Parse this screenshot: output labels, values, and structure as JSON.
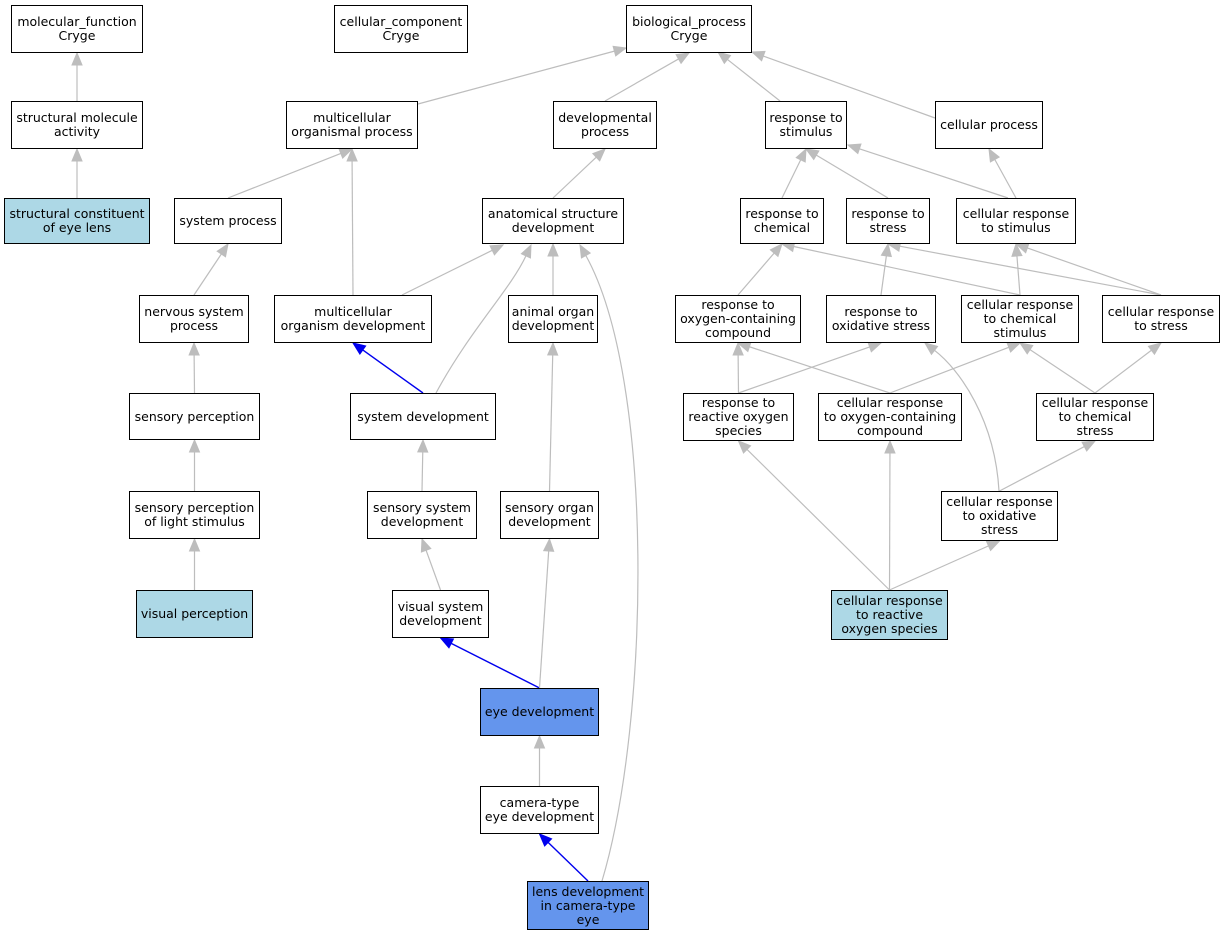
{
  "colors": {
    "edge_default": "#bdbdbd",
    "edge_highlight": "#0000ee",
    "node_default": "#ffffff",
    "node_light": "#add8e6",
    "node_highlight": "#6495ed",
    "border": "#000000"
  },
  "nodes": [
    {
      "id": "mf",
      "label": "molecular_function\nCryge",
      "style": "default"
    },
    {
      "id": "cc",
      "label": "cellular_component\nCryge",
      "style": "default"
    },
    {
      "id": "bp",
      "label": "biological_process\nCryge",
      "style": "default"
    },
    {
      "id": "sma",
      "label": "structural molecule\nactivity",
      "style": "default"
    },
    {
      "id": "mop",
      "label": "multicellular\norganismal process",
      "style": "default"
    },
    {
      "id": "devp",
      "label": "developmental\nprocess",
      "style": "default"
    },
    {
      "id": "rts",
      "label": "response to\nstimulus",
      "style": "default"
    },
    {
      "id": "cp",
      "label": "cellular process",
      "style": "default"
    },
    {
      "id": "scel",
      "label": "structural constituent\nof eye lens",
      "style": "light"
    },
    {
      "id": "sp",
      "label": "system process",
      "style": "default"
    },
    {
      "id": "asd",
      "label": "anatomical structure\ndevelopment",
      "style": "default"
    },
    {
      "id": "rtc",
      "label": "response to\nchemical",
      "style": "default"
    },
    {
      "id": "rtstress",
      "label": "response to\nstress",
      "style": "default"
    },
    {
      "id": "crstim",
      "label": "cellular response\nto stimulus",
      "style": "default"
    },
    {
      "id": "nsp",
      "label": "nervous system\nprocess",
      "style": "default"
    },
    {
      "id": "mod",
      "label": "multicellular\norganism development",
      "style": "default"
    },
    {
      "id": "aod",
      "label": "animal organ\ndevelopment",
      "style": "default"
    },
    {
      "id": "rtocc",
      "label": "response to\noxygen-containing\ncompound",
      "style": "default"
    },
    {
      "id": "rtos",
      "label": "response to\noxidative stress",
      "style": "default"
    },
    {
      "id": "crcs",
      "label": "cellular response\nto chemical\nstimulus",
      "style": "default"
    },
    {
      "id": "crstress",
      "label": "cellular response\nto stress",
      "style": "default"
    },
    {
      "id": "senp",
      "label": "sensory perception",
      "style": "default"
    },
    {
      "id": "sysd",
      "label": "system development",
      "style": "default"
    },
    {
      "id": "rtros",
      "label": "response to\nreactive oxygen\nspecies",
      "style": "default"
    },
    {
      "id": "crocc",
      "label": "cellular response\nto oxygen-containing\ncompound",
      "style": "default"
    },
    {
      "id": "crchemstress",
      "label": "cellular response\nto chemical\nstress",
      "style": "default"
    },
    {
      "id": "spls",
      "label": "sensory perception\nof light stimulus",
      "style": "default"
    },
    {
      "id": "ssd",
      "label": "sensory system\ndevelopment",
      "style": "default"
    },
    {
      "id": "sod",
      "label": "sensory organ\ndevelopment",
      "style": "default"
    },
    {
      "id": "cros",
      "label": "cellular response\nto oxidative\nstress",
      "style": "default"
    },
    {
      "id": "vp",
      "label": "visual perception",
      "style": "light"
    },
    {
      "id": "vsd",
      "label": "visual system\ndevelopment",
      "style": "default"
    },
    {
      "id": "crros",
      "label": "cellular response\nto reactive\noxygen species",
      "style": "light"
    },
    {
      "id": "ed",
      "label": "eye development",
      "style": "highlight"
    },
    {
      "id": "cted",
      "label": "camera-type\neye development",
      "style": "default"
    },
    {
      "id": "ldcte",
      "label": "lens development\nin camera-type\neye",
      "style": "highlight"
    }
  ],
  "edges": [
    {
      "from": "sma",
      "to": "mf",
      "highlight": false
    },
    {
      "from": "scel",
      "to": "sma",
      "highlight": false
    },
    {
      "from": "mop",
      "to": "bp",
      "highlight": false
    },
    {
      "from": "devp",
      "to": "bp",
      "highlight": false
    },
    {
      "from": "rts",
      "to": "bp",
      "highlight": false
    },
    {
      "from": "cp",
      "to": "bp",
      "highlight": false
    },
    {
      "from": "sp",
      "to": "mop",
      "highlight": false
    },
    {
      "from": "mod",
      "to": "mop",
      "highlight": false
    },
    {
      "from": "asd",
      "to": "devp",
      "highlight": false
    },
    {
      "from": "nsp",
      "to": "sp",
      "highlight": false
    },
    {
      "from": "senp",
      "to": "nsp",
      "highlight": false
    },
    {
      "from": "spls",
      "to": "senp",
      "highlight": false
    },
    {
      "from": "vp",
      "to": "spls",
      "highlight": false
    },
    {
      "from": "mod",
      "to": "asd",
      "highlight": false
    },
    {
      "from": "sysd",
      "to": "asd",
      "highlight": false
    },
    {
      "from": "aod",
      "to": "asd",
      "highlight": false
    },
    {
      "from": "ldcte",
      "to": "asd",
      "highlight": false
    },
    {
      "from": "sysd",
      "to": "mod",
      "highlight": true
    },
    {
      "from": "ssd",
      "to": "sysd",
      "highlight": false
    },
    {
      "from": "vsd",
      "to": "ssd",
      "highlight": false
    },
    {
      "from": "ed",
      "to": "vsd",
      "highlight": true
    },
    {
      "from": "sod",
      "to": "aod",
      "highlight": false
    },
    {
      "from": "ed",
      "to": "sod",
      "highlight": false
    },
    {
      "from": "cted",
      "to": "ed",
      "highlight": false
    },
    {
      "from": "ldcte",
      "to": "cted",
      "highlight": true
    },
    {
      "from": "rtc",
      "to": "rts",
      "highlight": false
    },
    {
      "from": "rtstress",
      "to": "rts",
      "highlight": false
    },
    {
      "from": "crstim",
      "to": "rts",
      "highlight": false
    },
    {
      "from": "crstim",
      "to": "cp",
      "highlight": false
    },
    {
      "from": "rtocc",
      "to": "rtc",
      "highlight": false
    },
    {
      "from": "crcs",
      "to": "rtc",
      "highlight": false
    },
    {
      "from": "rtos",
      "to": "rtstress",
      "highlight": false
    },
    {
      "from": "crstress",
      "to": "rtstress",
      "highlight": false
    },
    {
      "from": "crcs",
      "to": "crstim",
      "highlight": false
    },
    {
      "from": "crstress",
      "to": "crstim",
      "highlight": false
    },
    {
      "from": "rtros",
      "to": "rtocc",
      "highlight": false
    },
    {
      "from": "crocc",
      "to": "rtocc",
      "highlight": false
    },
    {
      "from": "rtros",
      "to": "rtos",
      "highlight": false
    },
    {
      "from": "cros",
      "to": "rtos",
      "highlight": false
    },
    {
      "from": "crocc",
      "to": "crcs",
      "highlight": false
    },
    {
      "from": "crchemstress",
      "to": "crcs",
      "highlight": false
    },
    {
      "from": "crchemstress",
      "to": "crstress",
      "highlight": false
    },
    {
      "from": "cros",
      "to": "crchemstress",
      "highlight": false
    },
    {
      "from": "crros",
      "to": "rtros",
      "highlight": false
    },
    {
      "from": "crros",
      "to": "crocc",
      "highlight": false
    },
    {
      "from": "crros",
      "to": "cros",
      "highlight": false
    }
  ]
}
